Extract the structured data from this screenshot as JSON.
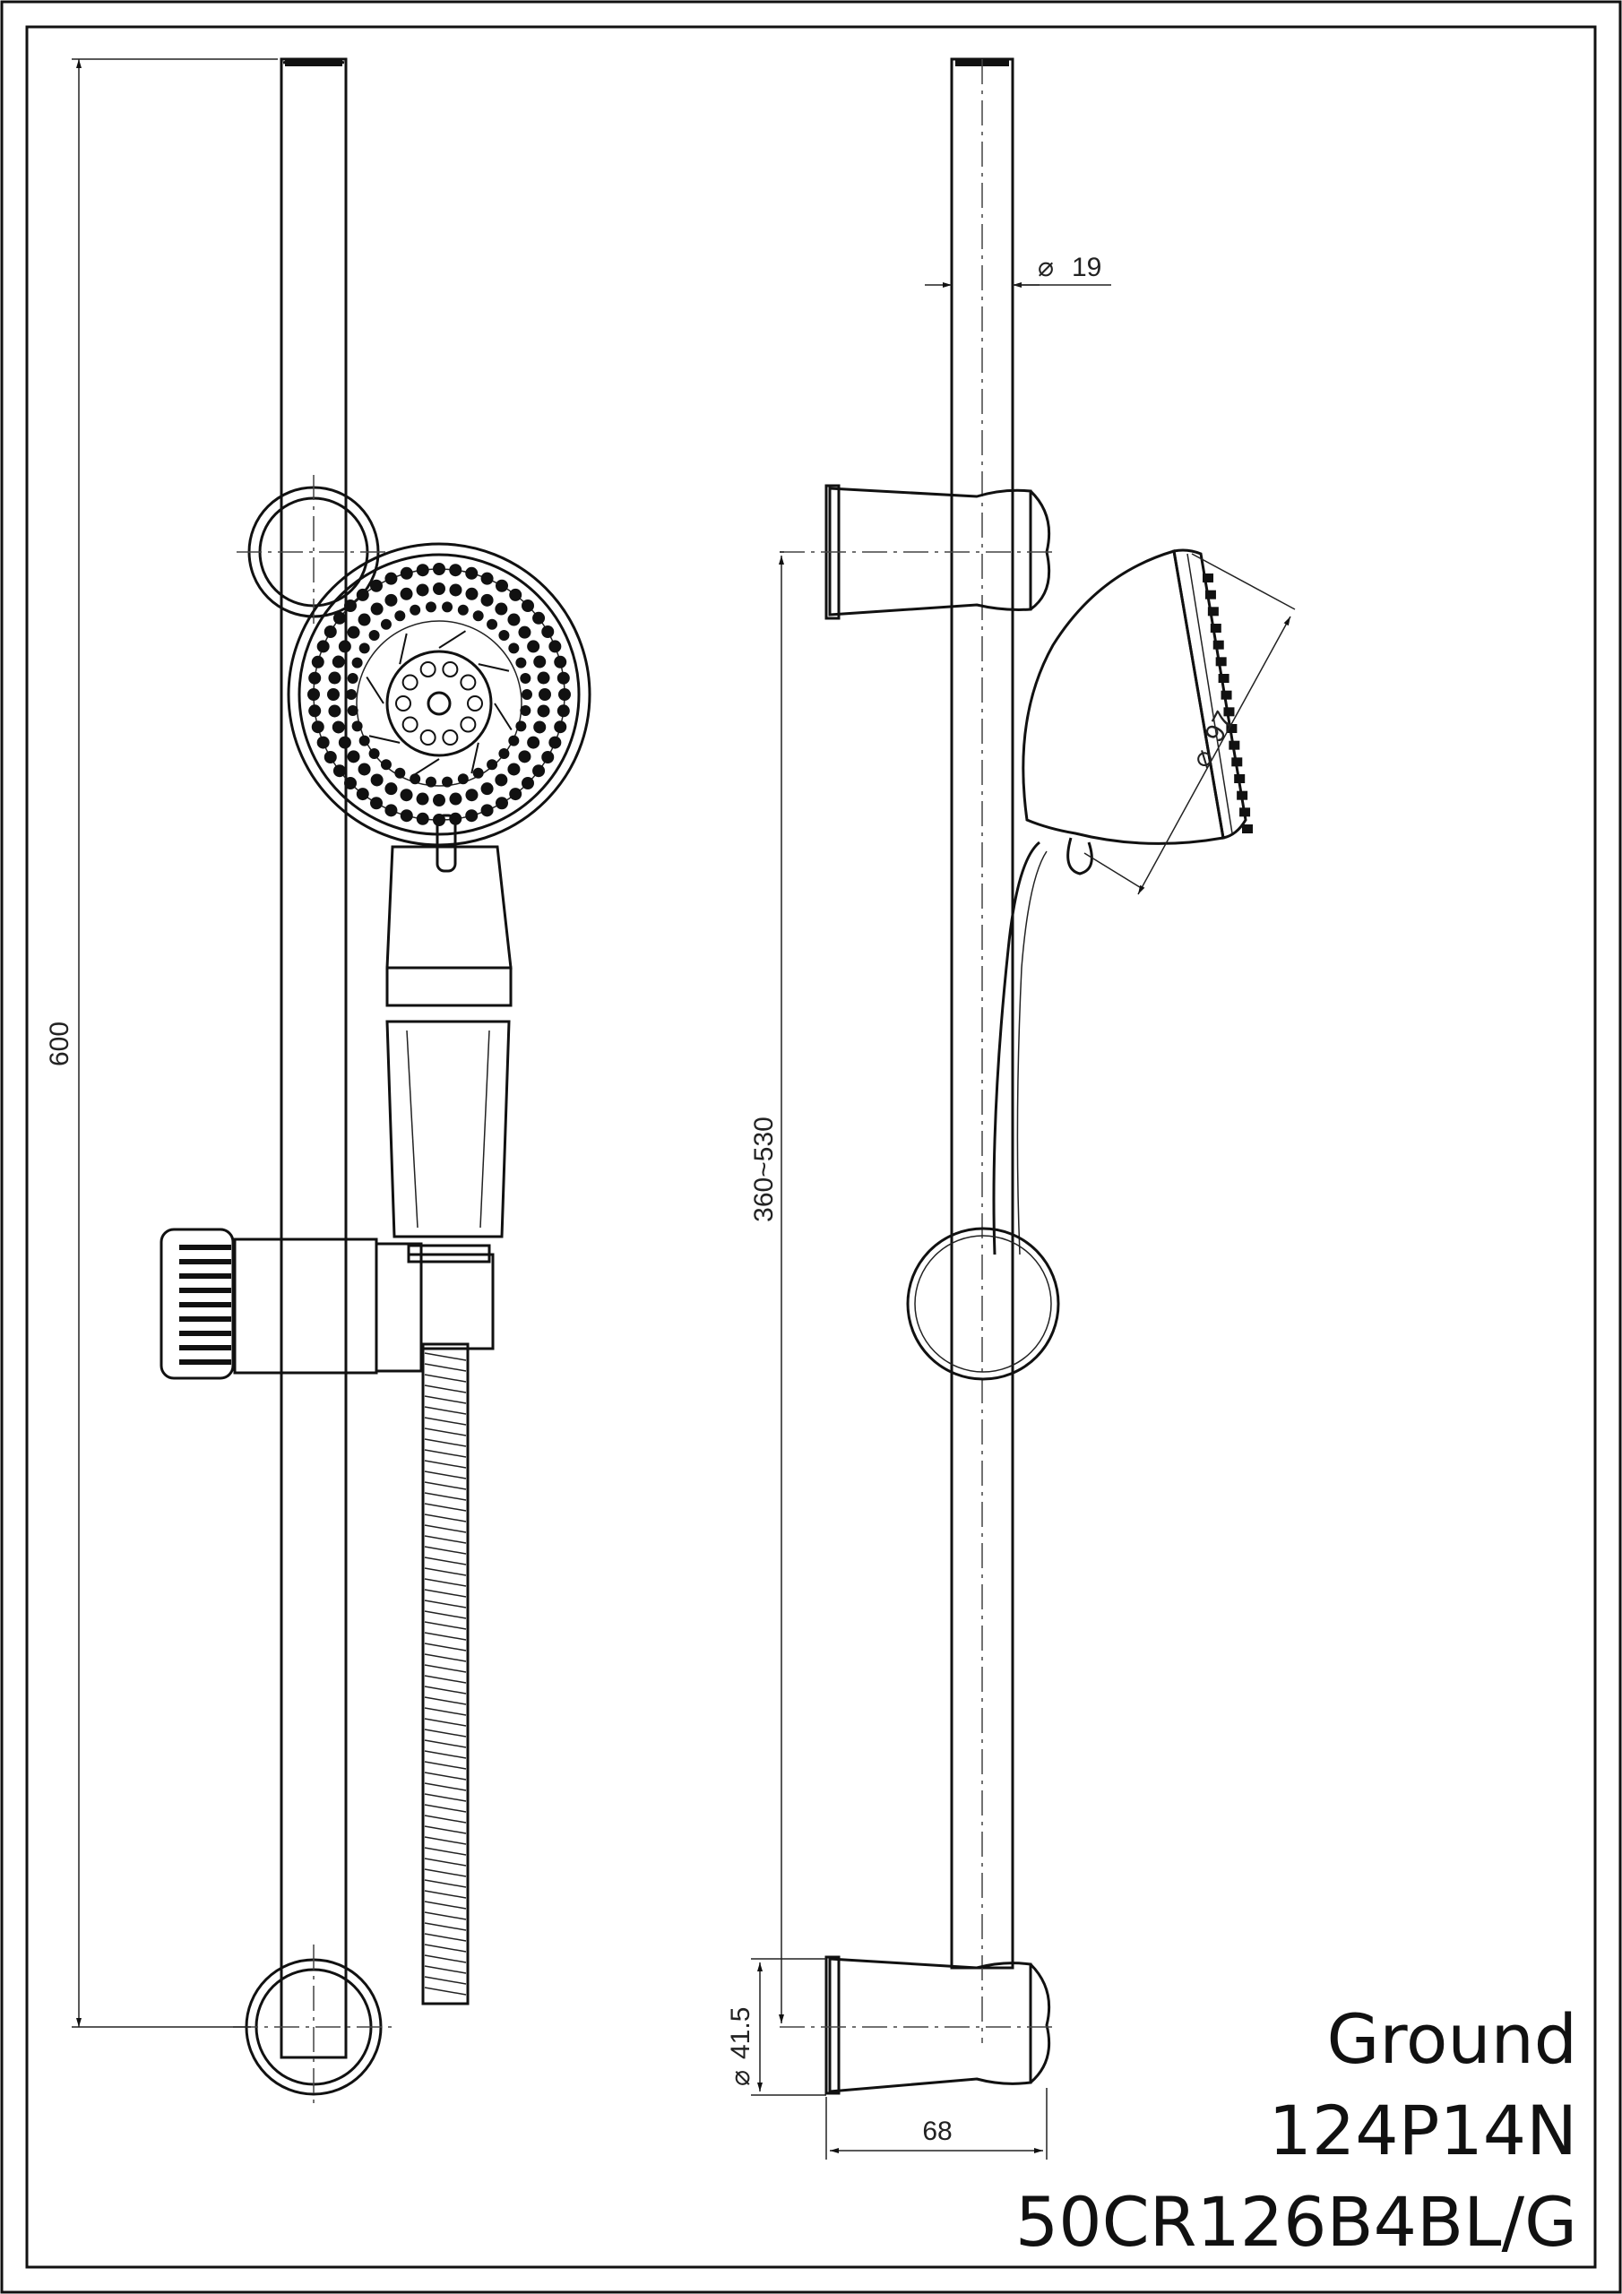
{
  "dimensions": {
    "overall_length": "600",
    "rod_diameter": "19",
    "bracket_range": "360~530",
    "head_diameter": "97",
    "bracket_diameter": "41.5",
    "bracket_depth": "68"
  },
  "title_block": {
    "line1": "Ground",
    "line2": "124P14N",
    "line3": "50CR126B4BL/G"
  }
}
